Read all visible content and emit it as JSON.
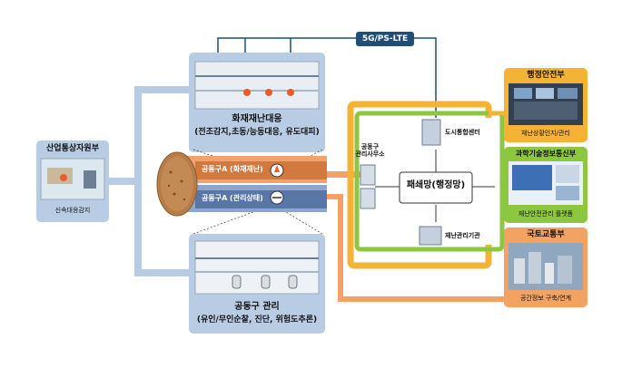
{
  "network": {
    "label": "5G/PS-LTE",
    "color": "#1f4e79"
  },
  "fire_panel": {
    "title": "화재재난대응",
    "subtitle": "(전조감지,초동/능동대응, 유도대피)"
  },
  "tunnel_panel": {
    "title": "공동구 관리",
    "subtitle": "(유인/무인순찰, 진단, 위험도추론)"
  },
  "ministry_trade": {
    "title": "산업통상자원부",
    "caption": "신속대응감지"
  },
  "conduit": {
    "fire_label": "공동구A (화재재난)",
    "manage_label": "공동구A (관리상태)"
  },
  "center": {
    "office_label": "공동구\n관리사무소",
    "network_label": "패쇄망(행정망)",
    "city_center": "도시통합센터",
    "disaster_agency": "재난관리기관"
  },
  "ministries": [
    {
      "title": "행정안전부",
      "caption": "재난상황인지/관리",
      "color": "#f5b335"
    },
    {
      "title": "과학기술정보통신부",
      "caption": "재난안전관리 플랫폼",
      "color": "#8dc63f"
    },
    {
      "title": "국토교통부",
      "caption": "공간정보 구축/연계",
      "color": "#f4a261"
    }
  ],
  "colors": {
    "blue_panel": "#b8cde4",
    "orange": "#f5a066",
    "green": "#8dc63f",
    "yellow": "#f5b335",
    "conduit_top": "#f0a270",
    "conduit_bottom": "#8ea6cf"
  }
}
